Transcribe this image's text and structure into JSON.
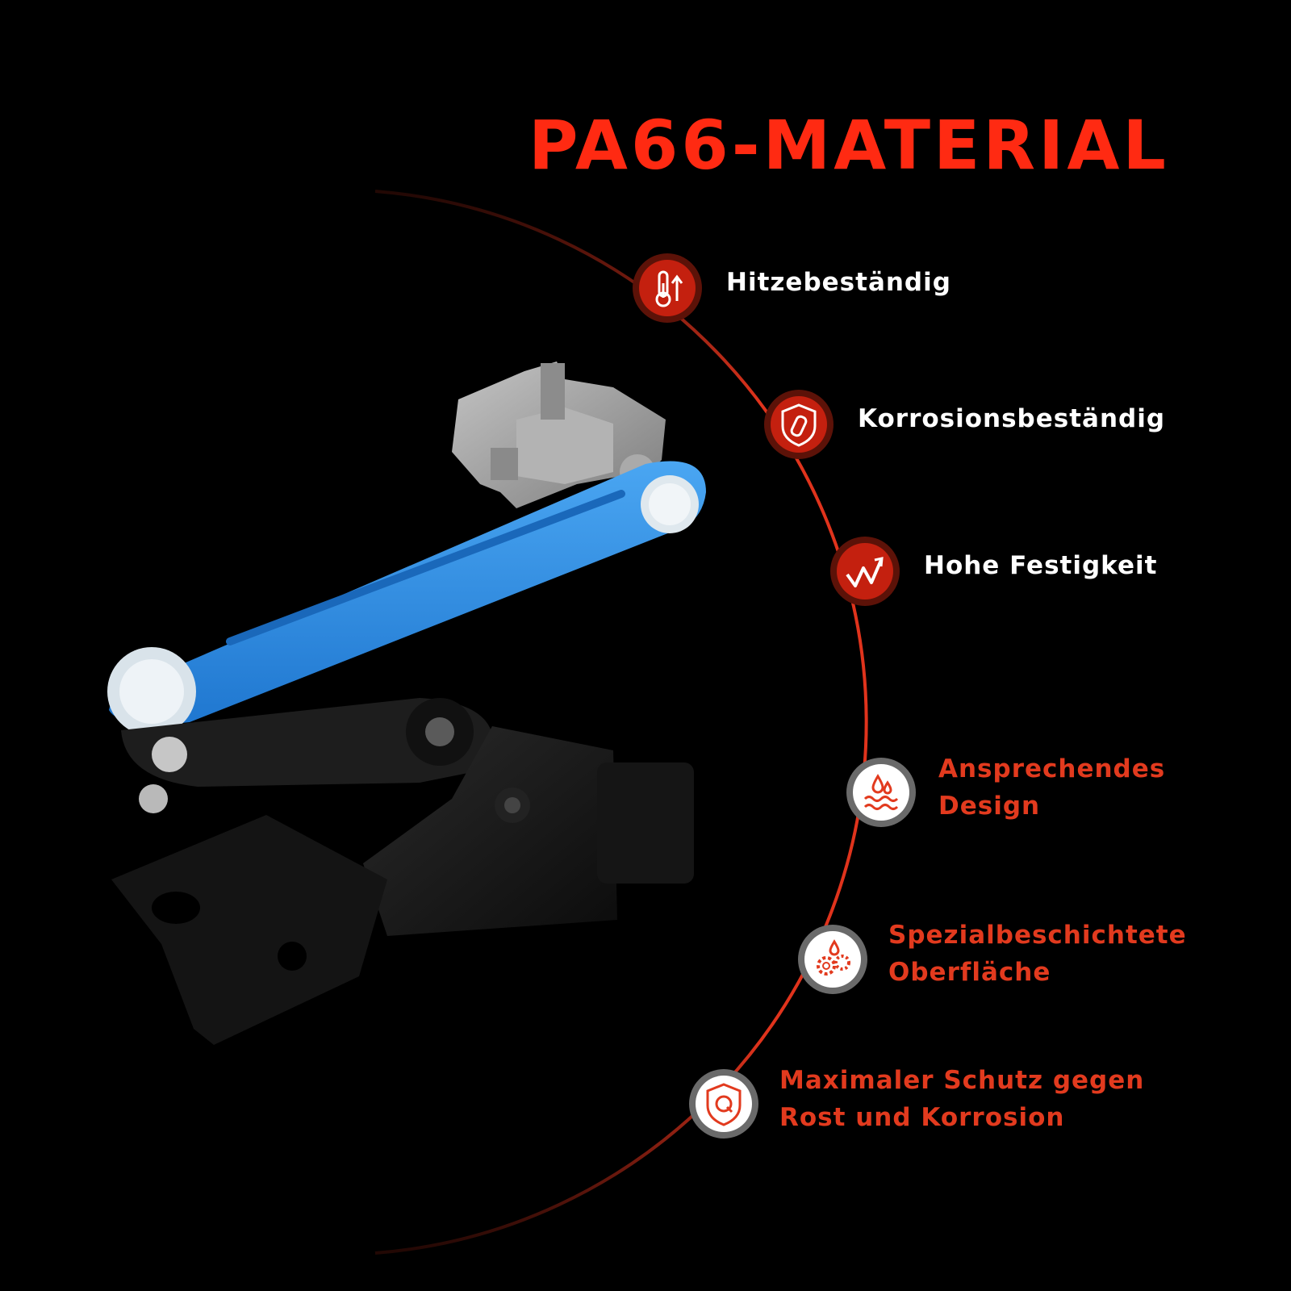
{
  "title": "PA66-MATERIAL",
  "colors": {
    "background": "#000000",
    "accent": "#ff2a12",
    "arc": "#e0331c",
    "badge_red": "#c4200f",
    "white": "#ffffff",
    "label_red": "#e23a1e",
    "lever_blue": "#2f8fe8",
    "sensor_black": "#161616",
    "bracket_grey": "#9e9e9e"
  },
  "features": [
    {
      "icon": "thermometer-arrow-icon",
      "style": "red",
      "lines": [
        "Hitzebeständig"
      ]
    },
    {
      "icon": "shield-test-tube-icon",
      "style": "red",
      "lines": [
        "Korrosionsbeständig"
      ]
    },
    {
      "icon": "rising-graph-icon",
      "style": "red",
      "lines": [
        "Hohe Festigkeit"
      ]
    },
    {
      "icon": "water-drops-icon",
      "style": "white",
      "lines": [
        "Ansprechendes",
        "Design"
      ]
    },
    {
      "icon": "gears-drop-icon",
      "style": "white",
      "lines": [
        "Spezialbeschichtete",
        "Oberfläche"
      ]
    },
    {
      "icon": "shield-q-icon",
      "style": "white",
      "lines": [
        "Maximaler Schutz gegen",
        "Rost und Korrosion"
      ]
    }
  ]
}
